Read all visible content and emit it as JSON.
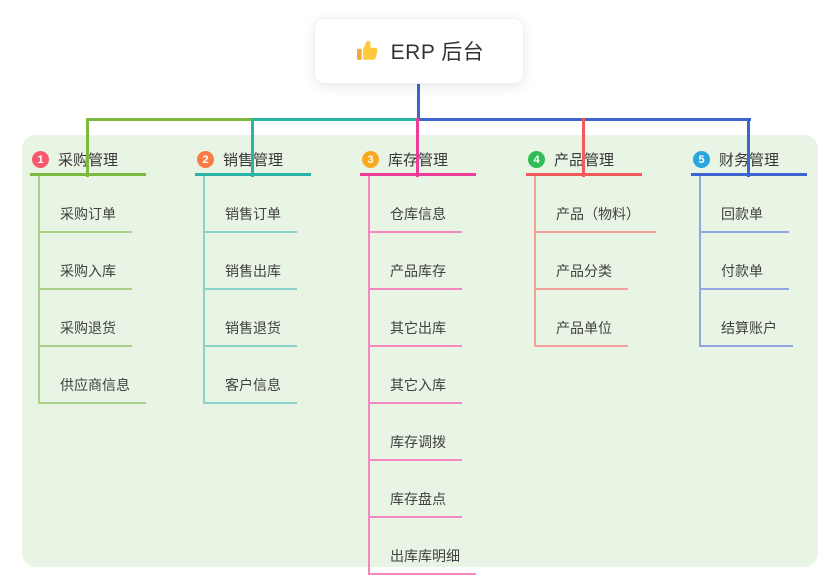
{
  "root": {
    "icon": "thumbs-up",
    "title": "ERP 后台"
  },
  "panel": {
    "background": "#E9F5E4"
  },
  "connector": {
    "root_line_color": "#3E64D1"
  },
  "branches": [
    {
      "num": "1",
      "label": "采购管理",
      "badge_color": "#F65A6E",
      "line_color": "#7DB83F",
      "child_line_color": "#A9D188",
      "children": [
        "采购订单",
        "采购入库",
        "采购退货",
        "供应商信息"
      ]
    },
    {
      "num": "2",
      "label": "销售管理",
      "badge_color": "#F87C44",
      "line_color": "#2AB3A9",
      "child_line_color": "#8AD2CA",
      "children": [
        "销售订单",
        "销售出库",
        "销售退货",
        "客户信息"
      ]
    },
    {
      "num": "3",
      "label": "库存管理",
      "badge_color": "#F9A91F",
      "line_color": "#EE3D99",
      "child_line_color": "#F387BE",
      "children": [
        "仓库信息",
        "产品库存",
        "其它出库",
        "其它入库",
        "库存调拨",
        "库存盘点",
        "出库库明细"
      ]
    },
    {
      "num": "4",
      "label": "产品管理",
      "badge_color": "#2FBE55",
      "line_color": "#F25B5B",
      "child_line_color": "#F5A09B",
      "children": [
        "产品（物料）",
        "产品分类",
        "产品单位"
      ]
    },
    {
      "num": "5",
      "label": "财务管理",
      "badge_color": "#2BA6E0",
      "line_color": "#3E64D1",
      "child_line_color": "#91A7E2",
      "children": [
        "回款单",
        "付款单",
        "结算账户"
      ]
    }
  ]
}
